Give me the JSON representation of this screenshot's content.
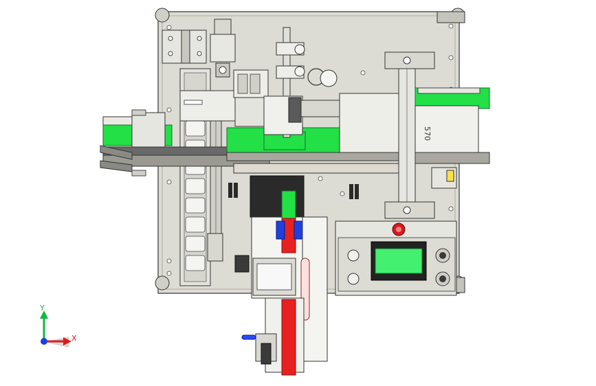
{
  "viewport": {
    "background": "#ffffff"
  },
  "colors": {
    "frame": "#dcdcd4",
    "metal": "#c8c8c0",
    "steel": "#f0f0ec",
    "dark": "#5a5a5a",
    "edge": "#333333",
    "belt_green": "#22e046",
    "screen_green": "#44f070",
    "red": "#e82020",
    "blue": "#1e40e0",
    "axis_y": "#10b840",
    "axis_x": "#e01a1a",
    "axis_z": "#1f3fd8"
  },
  "panel": {
    "stamp_text": "570"
  },
  "triad": {
    "x_label": "X",
    "y_label": "Y"
  }
}
